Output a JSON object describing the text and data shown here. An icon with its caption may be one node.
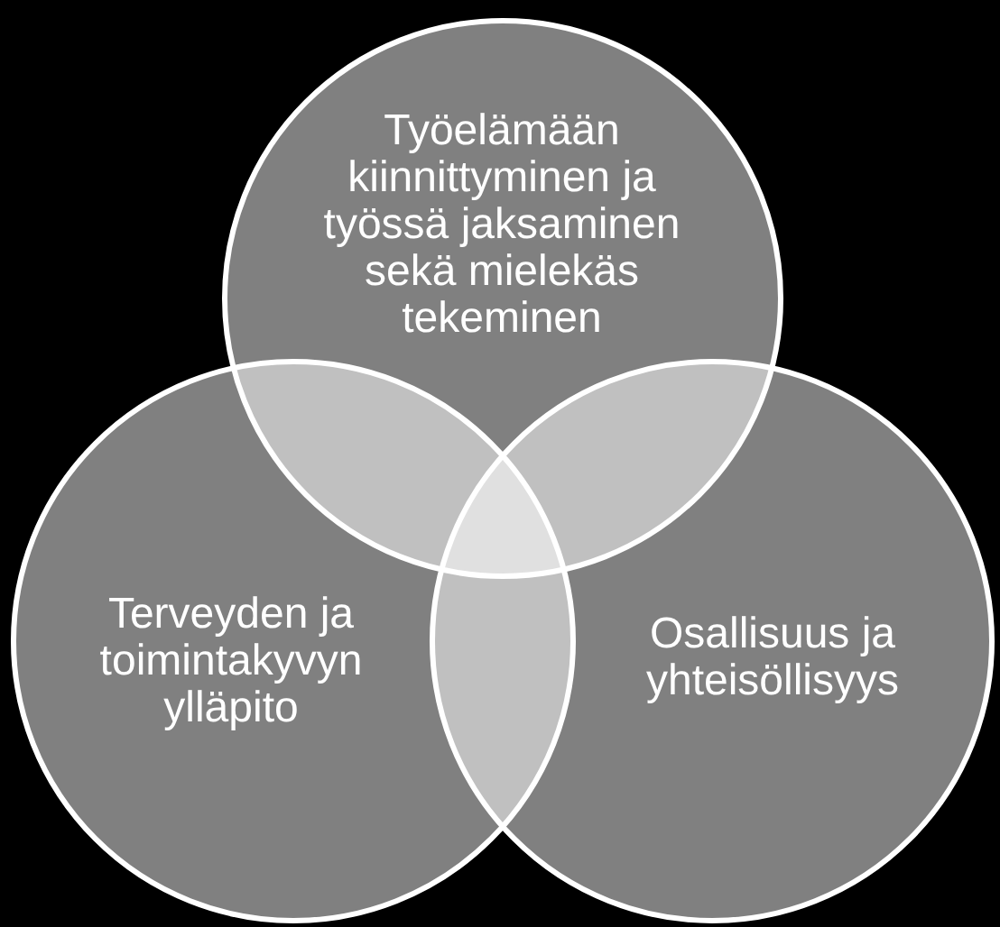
{
  "diagram": {
    "nodes": [
      {
        "text": [
          "Työelämään kiinnittyminen ja työssä jaksaminen sekä mielekäs tekeminen"
        ]
      },
      {
        "text": [
          "Terveyden ja toimintakyvyn ylläpito"
        ]
      },
      {
        "text": [
          "Osallisuus ja yhteisöllisyys"
        ]
      }
    ]
  }
}
